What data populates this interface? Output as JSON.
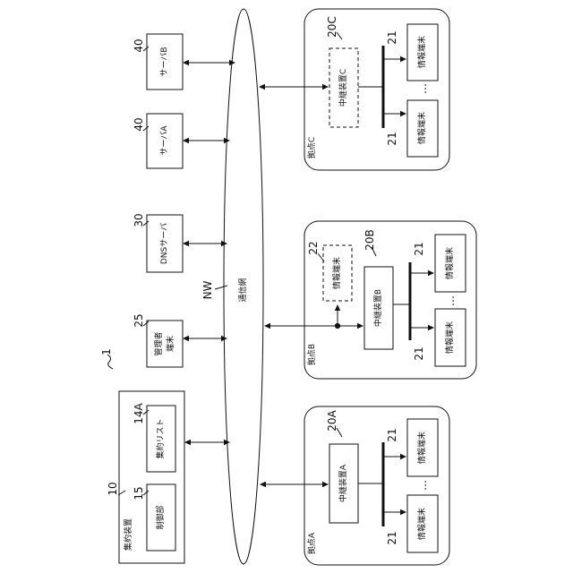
{
  "system_ref": "1",
  "network": {
    "ref": "NW",
    "label": "通信網"
  },
  "servers": [
    {
      "ref": "40",
      "label": "サーバB"
    },
    {
      "ref": "40",
      "label": "サーバA"
    },
    {
      "ref": "30",
      "label": "DNSサーバ"
    },
    {
      "ref": "25",
      "label": "管理者端末"
    }
  ],
  "aggregator": {
    "ref": "10",
    "label": "集約装置",
    "list_ref": "14A",
    "list_label": "集約リスト",
    "ctrl_ref": "15",
    "ctrl_label": "制御部"
  },
  "sites": {
    "A": {
      "label": "拠点A",
      "relay_ref": "20A",
      "relay_label": "中継装置A",
      "term_ref": "21",
      "term_label": "情報端末",
      "dots": "…"
    },
    "B": {
      "label": "拠点B",
      "relay_ref": "20B",
      "relay_label": "中継装置B",
      "term_ref": "21",
      "term_label": "情報端末",
      "extra_ref": "22",
      "extra_label": "情報端末",
      "dots": "…"
    },
    "C": {
      "label": "拠点C",
      "relay_ref": "20C",
      "relay_label": "中継装置C",
      "term_ref": "21",
      "term_label": "情報端末",
      "dots": "…"
    }
  }
}
